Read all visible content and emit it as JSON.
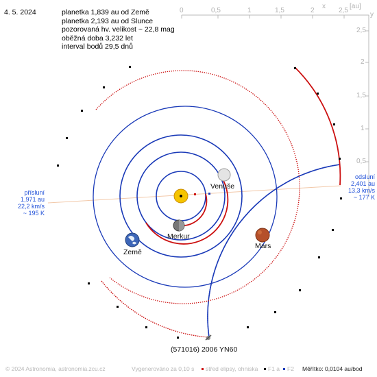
{
  "date": "4. 5. 2024",
  "info_lines": [
    "planetka 1,839 au od Země",
    "planetka 2,193 au od Slunce",
    "pozorovaná hv. velikost ~ 22,8 mag",
    "oběžná doba 3,232 let",
    "interval bodů 29,5 dnů"
  ],
  "axis": {
    "x_label": "x",
    "unit": "[au]",
    "y_label": "y",
    "x_ticks": [
      "0",
      "0,5",
      "1",
      "1,5",
      "2",
      "2,5"
    ],
    "y_ticks": [
      "2,5",
      "2",
      "1,5",
      "1",
      "0,5"
    ]
  },
  "planets": [
    {
      "name": "Venuše",
      "icon": "venus-icon"
    },
    {
      "name": "Merkur",
      "icon": "mercury-icon"
    },
    {
      "name": "Mars",
      "icon": "mars-icon"
    },
    {
      "name": "Země",
      "icon": "earth-icon"
    }
  ],
  "asteroid_name": "(571016) 2006 YN60",
  "perihelion": [
    "přísluní",
    "1,971 au",
    "22,2 km/s",
    "~ 195 K"
  ],
  "aphelion": [
    "odsluní",
    "2,401 au",
    "13,3 km/s",
    "~ 177 K"
  ],
  "footer": {
    "copyright": "© 2024 Astronomia, astronomia.zcu.cz",
    "generated": "Vygenerováno za 0,10 s",
    "legend_center": "střed elipsy, ohniska",
    "legend_f1": "F1 a",
    "legend_f2": "F2",
    "scale": "Měřítko: 0,0104 au/bod"
  },
  "colors": {
    "orbit_blue": "#1a3ab8",
    "orbit_red": "#cc1111",
    "axis_gray": "#b0b0b0",
    "apsis_line": "#f2c8a8",
    "apsis_text": "#1e4fd8"
  }
}
